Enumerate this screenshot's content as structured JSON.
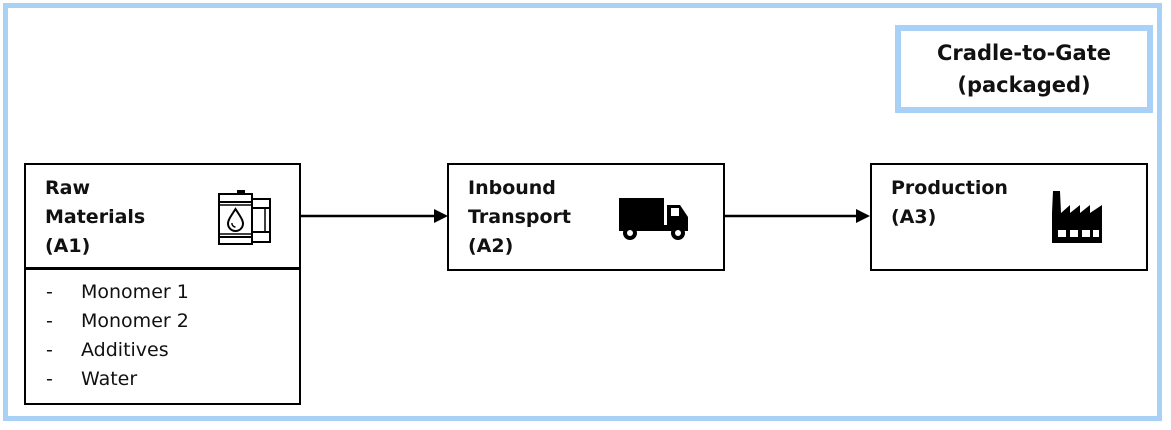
{
  "scope": {
    "line1": "Cradle-to-Gate",
    "line2": "(packaged)"
  },
  "stages": [
    {
      "line1": "Raw",
      "line2": "Materials",
      "line3": "(A1)",
      "icon": "oil-barrel-icon",
      "inputs": [
        "Monomer 1",
        "Monomer 2",
        "Additives",
        "Water"
      ],
      "bullet": "-"
    },
    {
      "line1": "Inbound",
      "line2": "Transport",
      "line3": "(A2)",
      "icon": "truck-icon"
    },
    {
      "line1": "Production",
      "line2": "(A3)",
      "icon": "factory-icon"
    }
  ],
  "colors": {
    "scope_border": "#a9d0f5",
    "box_border": "#000000"
  }
}
